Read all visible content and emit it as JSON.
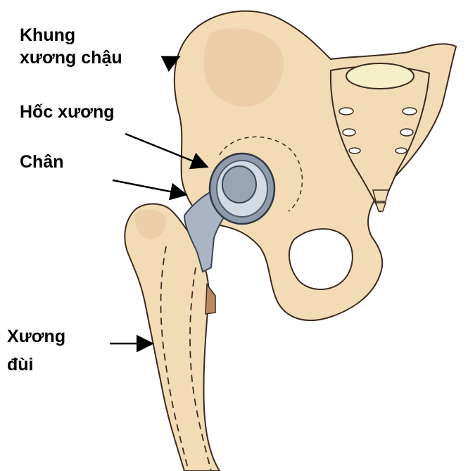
{
  "labels": {
    "pelvis": "Khung\nxương chậu",
    "socket": "Hốc xương",
    "stem": "Chân",
    "femur": "Xương\nđùi"
  },
  "colors": {
    "bone_fill": "#f3dcb5",
    "bone_shade": "#e8c7a0",
    "bone_outline": "#3b2a20",
    "metal_fill": "#aab4c2",
    "metal_dark": "#6b7888",
    "cup_liner": "#d3dae3",
    "arrow": "#000000"
  }
}
